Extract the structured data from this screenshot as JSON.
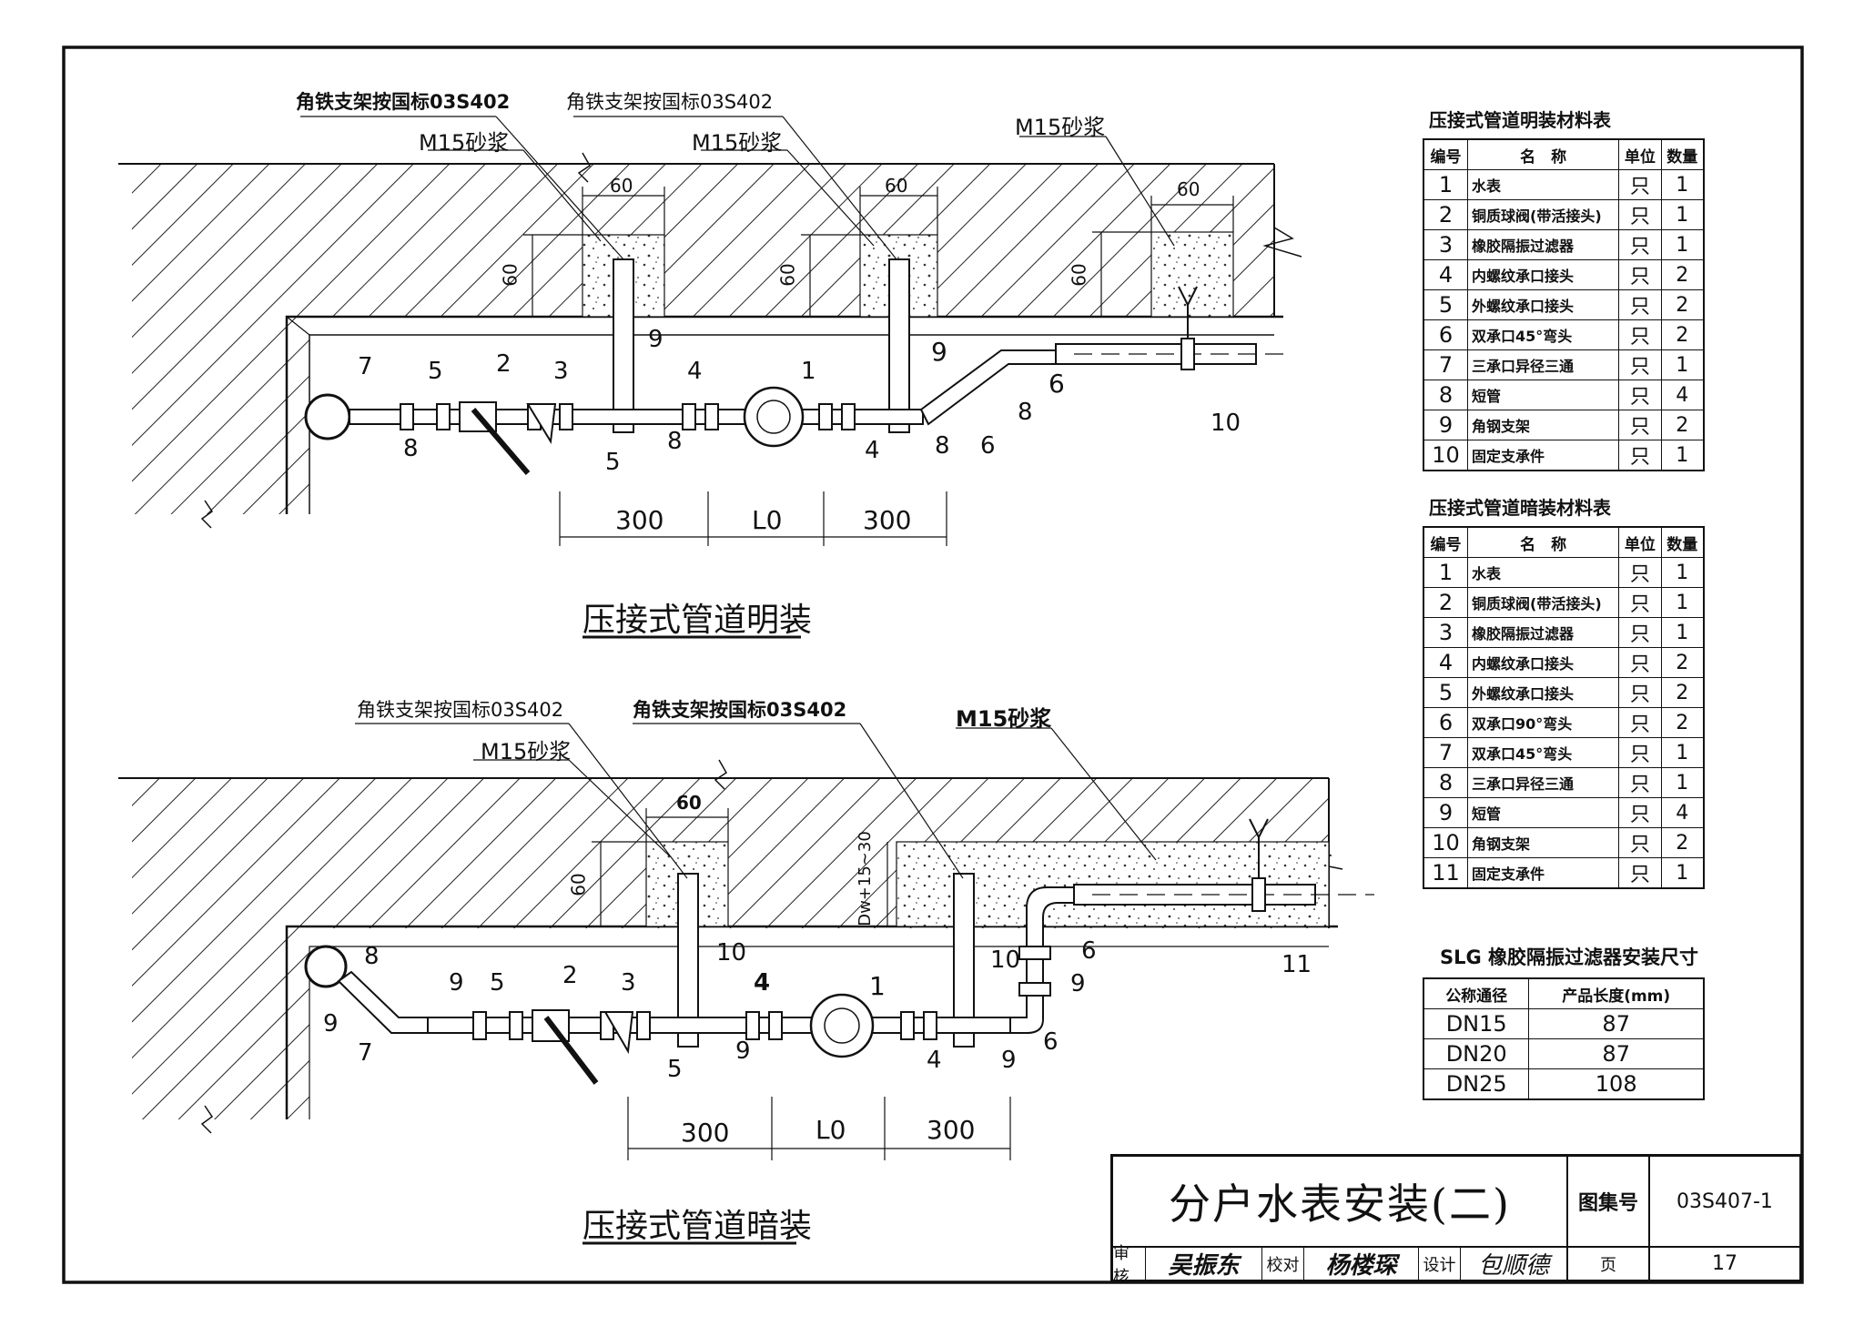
{
  "drawing": {
    "top_view": {
      "title": "压接式管道明装",
      "support_note_1": "角铁支架按国标03S402",
      "support_note_2": "角铁支架按国标03S402",
      "mortar_1": "M15砂浆",
      "mortar_2": "M15砂浆",
      "mortar_3": "M15砂浆",
      "dim_60_a": "60",
      "dim_60_b": "60",
      "dim_60_c": "60",
      "dim_60_v1": "60",
      "dim_60_v2": "60",
      "dim_60_v3": "60",
      "dim_300_left": "300",
      "dim_l0": "L0",
      "dim_300_right": "300",
      "tags": [
        "7",
        "5",
        "2",
        "3",
        "8",
        "5",
        "9",
        "4",
        "8",
        "1",
        "4",
        "9",
        "8",
        "6",
        "8",
        "6",
        "10"
      ]
    },
    "bottom_view": {
      "title": "压接式管道暗装",
      "support_note_1": "角铁支架按国标03S402",
      "support_note_2": "角铁支架按国标03S402",
      "mortar_1": "M15砂浆",
      "mortar_2": "M15砂浆",
      "dim_60_top": "60",
      "dim_60_v": "60",
      "dim_dw": "Dw+15~30",
      "dim_300_left": "300",
      "dim_l0": "L0",
      "dim_300_right": "300",
      "tags": [
        "8",
        "9",
        "7",
        "9",
        "5",
        "2",
        "3",
        "5",
        "10",
        "4",
        "9",
        "1",
        "4",
        "10",
        "9",
        "6",
        "9",
        "6",
        "11"
      ]
    }
  },
  "table_exposed": {
    "caption": "压接式管道明装材料表",
    "headers": [
      "编号",
      "名　称",
      "单位",
      "数量"
    ],
    "rows": [
      [
        "1",
        "水表",
        "只",
        "1"
      ],
      [
        "2",
        "铜质球阀(带活接头)",
        "只",
        "1"
      ],
      [
        "3",
        "橡胶隔振过滤器",
        "只",
        "1"
      ],
      [
        "4",
        "内螺纹承口接头",
        "只",
        "2"
      ],
      [
        "5",
        "外螺纹承口接头",
        "只",
        "2"
      ],
      [
        "6",
        "双承口45°弯头",
        "只",
        "2"
      ],
      [
        "7",
        "三承口异径三通",
        "只",
        "1"
      ],
      [
        "8",
        "短管",
        "只",
        "4"
      ],
      [
        "9",
        "角钢支架",
        "只",
        "2"
      ],
      [
        "10",
        "固定支承件",
        "只",
        "1"
      ]
    ]
  },
  "table_concealed": {
    "caption": "压接式管道暗装材料表",
    "headers": [
      "编号",
      "名　称",
      "单位",
      "数量"
    ],
    "rows": [
      [
        "1",
        "水表",
        "只",
        "1"
      ],
      [
        "2",
        "铜质球阀(带活接头)",
        "只",
        "1"
      ],
      [
        "3",
        "橡胶隔振过滤器",
        "只",
        "1"
      ],
      [
        "4",
        "内螺纹承口接头",
        "只",
        "2"
      ],
      [
        "5",
        "外螺纹承口接头",
        "只",
        "2"
      ],
      [
        "6",
        "双承口90°弯头",
        "只",
        "2"
      ],
      [
        "7",
        "双承口45°弯头",
        "只",
        "1"
      ],
      [
        "8",
        "三承口异径三通",
        "只",
        "1"
      ],
      [
        "9",
        "短管",
        "只",
        "4"
      ],
      [
        "10",
        "角钢支架",
        "只",
        "2"
      ],
      [
        "11",
        "固定支承件",
        "只",
        "1"
      ]
    ]
  },
  "table_slg": {
    "caption": "SLG 橡胶隔振过滤器安装尺寸",
    "headers": [
      "公称通径",
      "产品长度(mm)"
    ],
    "rows": [
      [
        "DN15",
        "87"
      ],
      [
        "DN20",
        "87"
      ],
      [
        "DN25",
        "108"
      ]
    ]
  },
  "title_block": {
    "title": "分户水表安装(二)",
    "atlas_label": "图集号",
    "atlas_no": "03S407-1",
    "review_label": "审核",
    "check_label": "校对",
    "design_label": "设计",
    "page_label": "页",
    "page_no": "17",
    "signature_review": "吴振东",
    "signature_check": "杨楼琛",
    "signature_design": "包顺德"
  }
}
